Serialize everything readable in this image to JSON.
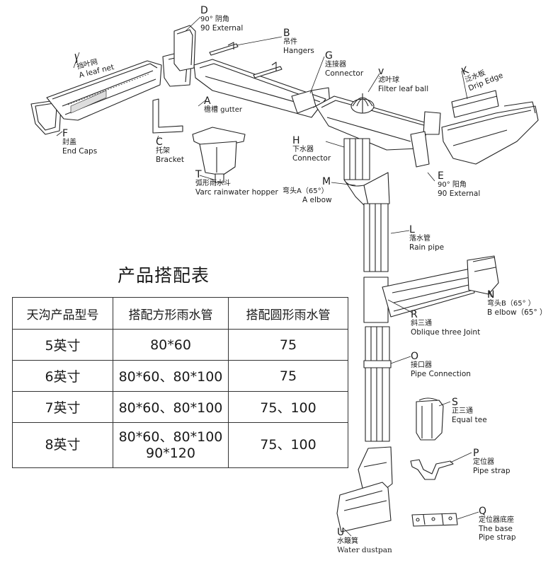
{
  "table": {
    "title": "产品搭配表",
    "headers": [
      "天沟产品型号",
      "搭配方形雨水管",
      "搭配圆形雨水管"
    ],
    "rows": [
      {
        "model": "5英寸",
        "square": "80*60",
        "round": "75"
      },
      {
        "model": "6英寸",
        "square": "80*60、80*100",
        "round": "75"
      },
      {
        "model": "7英寸",
        "square": "80*60、80*100",
        "round": "75、100"
      },
      {
        "model": "8英寸",
        "square": "80*60、80*100\n90*120",
        "round": "75、100"
      }
    ]
  },
  "parts": {
    "D": {
      "letter": "D",
      "zh": "90°  阴角",
      "en": "90 External"
    },
    "B": {
      "letter": "B",
      "zh": "吊件",
      "en": "Hangers"
    },
    "J": {
      "letter": "J",
      "zh": "挡叶网",
      "en": "A leaf net"
    },
    "G": {
      "letter": "G",
      "zh": "连接器",
      "en": "Connector"
    },
    "V": {
      "letter": "v",
      "zh": "滤叶球",
      "en": "Filter leaf ball"
    },
    "K": {
      "letter": "K",
      "zh": "泛水板",
      "en": "Drip Edge"
    },
    "A": {
      "letter": "A",
      "zh": "檐槽 gutter",
      "en": ""
    },
    "F": {
      "letter": "F",
      "zh": "封盖",
      "en": "End Caps"
    },
    "C": {
      "letter": "C",
      "zh": "托架",
      "en": "Bracket"
    },
    "H": {
      "letter": "H",
      "zh": "下水器",
      "en": "Connector"
    },
    "T": {
      "letter": "T",
      "zh": "弧形雨水斗",
      "en": "Varc rainwater hopper"
    },
    "M": {
      "letter": "M",
      "zh": "弯头A（65°）",
      "en": "A elbow"
    },
    "E": {
      "letter": "E",
      "zh": "90°  阳角",
      "en": "90 External"
    },
    "L": {
      "letter": "L",
      "zh": "落水管",
      "en": "Rain pipe"
    },
    "N": {
      "letter": "N",
      "zh": "弯头B（65°  ）",
      "en": "B elbow（65°  ）"
    },
    "R": {
      "letter": "R",
      "zh": "斜三通",
      "en": "Oblique three Joint"
    },
    "O": {
      "letter": "O",
      "zh": "接口器",
      "en": "Pipe Connection"
    },
    "S": {
      "letter": "S",
      "zh": "正三通",
      "en": "Equal tee"
    },
    "P": {
      "letter": "P",
      "zh": "定位器",
      "en": "Pipe strap"
    },
    "Q": {
      "letter": "Q",
      "zh": "定位器底座",
      "en": "The base",
      "en2": "Pipe strap"
    },
    "U": {
      "letter": "U",
      "zh": "水簸箕",
      "en": "Water dustpan"
    }
  }
}
